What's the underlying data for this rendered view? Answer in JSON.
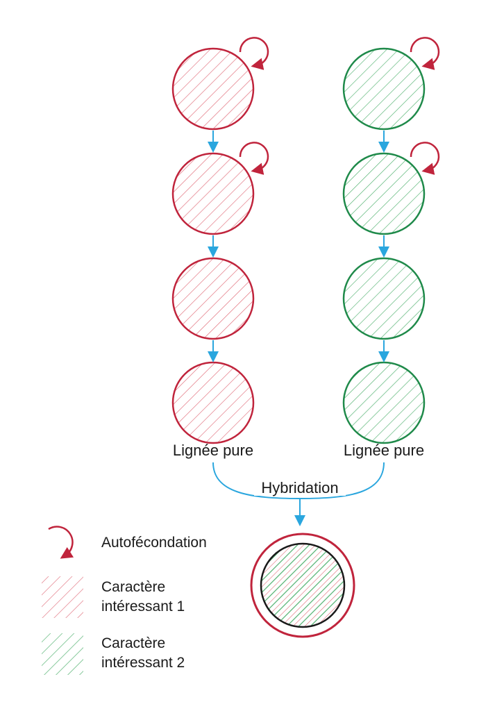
{
  "colors": {
    "red": "#c0243c",
    "red_hatch": "#e06b78",
    "green": "#1f8a4a",
    "green_hatch": "#4fb06e",
    "arrow": "#2aa6de",
    "black": "#1a1a1a"
  },
  "lines": [
    {
      "color": "red",
      "label": "Lignée pure",
      "generations": 4,
      "selfed_generations": 2
    },
    {
      "color": "green",
      "label": "Lignée pure",
      "generations": 4,
      "selfed_generations": 2
    }
  ],
  "hybridization_label": "Hybridation",
  "hybrid_icon": "hybrid-circle-red-green-hatch",
  "legend": {
    "self_fertilization": {
      "icon": "curved-arrow-icon",
      "label": "Autofécondation"
    },
    "trait1": {
      "icon": "red-hatch-icon",
      "line1": "Caractère",
      "line2": "intéressant 1"
    },
    "trait2": {
      "icon": "green-hatch-icon",
      "line1": "Caractère",
      "line2": "intéressant 2"
    }
  }
}
